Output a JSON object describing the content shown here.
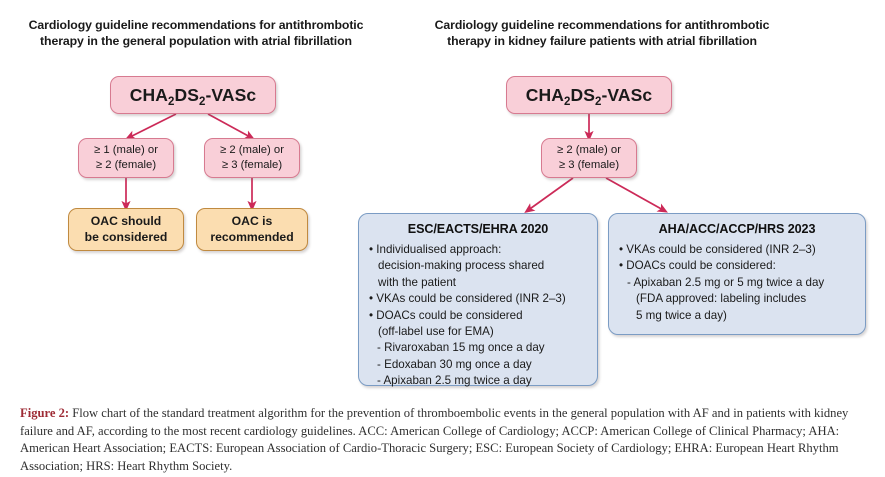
{
  "figure": {
    "left_column": {
      "title": "Cardiology guideline recommendations for antithrombotic therapy in the general population with atrial fibrillation",
      "root": {
        "prefix": "CHA",
        "sub1": "2",
        "mid": "DS",
        "sub2": "2",
        "suffix": "-VASc"
      },
      "decisions": [
        {
          "line1": "≥ 1 (male) or",
          "line2": "≥ 2 (female)"
        },
        {
          "line1": "≥ 2 (male) or",
          "line2": "≥ 3 (female)"
        }
      ],
      "outcomes": [
        {
          "line1": "OAC should",
          "line2": "be considered"
        },
        {
          "line1": "OAC is",
          "line2": "recommended"
        }
      ]
    },
    "right_column": {
      "title": "Cardiology guideline recommendations for antithrombotic therapy in kidney failure patients with atrial fibrillation",
      "root": {
        "prefix": "CHA",
        "sub1": "2",
        "mid": "DS",
        "sub2": "2",
        "suffix": "-VASc"
      },
      "decision": {
        "line1": "≥ 2 (male) or",
        "line2": "≥ 3 (female)"
      },
      "guideline_boxes": [
        {
          "heading": "ESC/EACTS/EHRA 2020",
          "lines": [
            {
              "type": "bullet",
              "text": "• Individualised approach:"
            },
            {
              "type": "cont",
              "text": "decision-making process shared"
            },
            {
              "type": "cont",
              "text": "with the patient"
            },
            {
              "type": "bullet",
              "text": "• VKAs could be considered (INR 2–3)"
            },
            {
              "type": "bullet",
              "text": "• DOACs could be considered"
            },
            {
              "type": "cont",
              "text": "(off-label use for EMA)"
            },
            {
              "type": "dash",
              "text": "- Rivaroxaban 15 mg once a day"
            },
            {
              "type": "dash",
              "text": "- Edoxaban 30 mg once a day"
            },
            {
              "type": "dash",
              "text": "- Apixaban 2.5 mg twice a day"
            }
          ]
        },
        {
          "heading": "AHA/ACC/ACCP/HRS 2023",
          "lines": [
            {
              "type": "bullet",
              "text": "• VKAs could be considered (INR 2–3)"
            },
            {
              "type": "bullet",
              "text": "• DOACs could be considered:"
            },
            {
              "type": "dash",
              "text": "- Apixaban 2.5 mg or 5 mg twice a day"
            },
            {
              "type": "dashcont",
              "text": "(FDA approved: labeling includes"
            },
            {
              "type": "dashcont",
              "text": "5 mg twice a day)"
            }
          ]
        }
      ]
    },
    "caption": {
      "label": "Figure 2:",
      "text": " Flow chart of the standard treatment algorithm for the prevention of thromboembolic events in the general population with AF and in patients with kidney failure and AF, according to the most recent cardiology guidelines. ACC: American College of Cardiology; ACCP: American College of Clinical Pharmacy; AHA: American Heart Association; EACTS: European Association of Cardio-Thoracic Surgery; ESC: European Society of Cardiology; EHRA: European Heart Rhythm Association; HRS: Heart Rhythm Society."
    },
    "colors": {
      "pink_fill": "#f9cfd8",
      "pink_border": "#d77a90",
      "tan_fill": "#fbddb0",
      "tan_border": "#c08a40",
      "blue_fill": "#dbe3f0",
      "blue_border": "#7b9cc4",
      "arrow": "#cc2a58",
      "caption_label": "#9e2b35"
    }
  }
}
